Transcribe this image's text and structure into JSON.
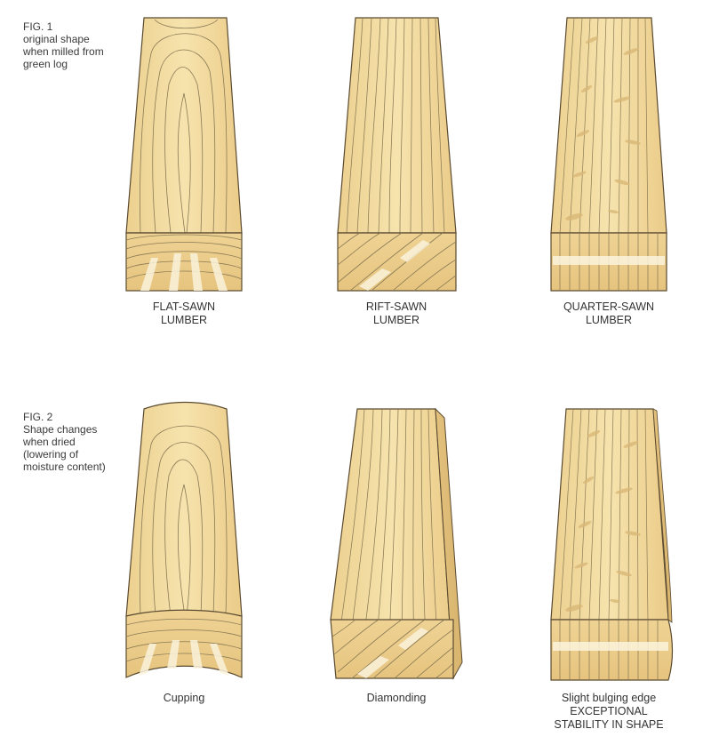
{
  "fig1": {
    "caption": [
      "FIG. 1",
      "original shape",
      "when milled from",
      "green log"
    ],
    "panels": [
      {
        "label": [
          "FLAT-SAWN",
          "LUMBER"
        ]
      },
      {
        "label": [
          "RIFT-SAWN",
          "LUMBER"
        ]
      },
      {
        "label": [
          "QUARTER-SAWN",
          "LUMBER"
        ]
      }
    ]
  },
  "fig2": {
    "caption": [
      "FIG. 2",
      "Shape changes",
      "when dried",
      "(lowering of",
      "moisture content)"
    ],
    "panels": [
      {
        "label": [
          "Cupping"
        ]
      },
      {
        "label": [
          "Diamonding"
        ]
      },
      {
        "label": [
          "Slight bulging edge",
          "EXCEPTIONAL",
          "STABILITY IN SHAPE"
        ]
      }
    ]
  },
  "colors": {
    "wood_face": "#f3dea5",
    "wood_end": "#efd394",
    "grain": "#8a7a55",
    "outline": "#5a4a30",
    "highlight": "#fbf3dc",
    "fleck": "#d9b877"
  }
}
